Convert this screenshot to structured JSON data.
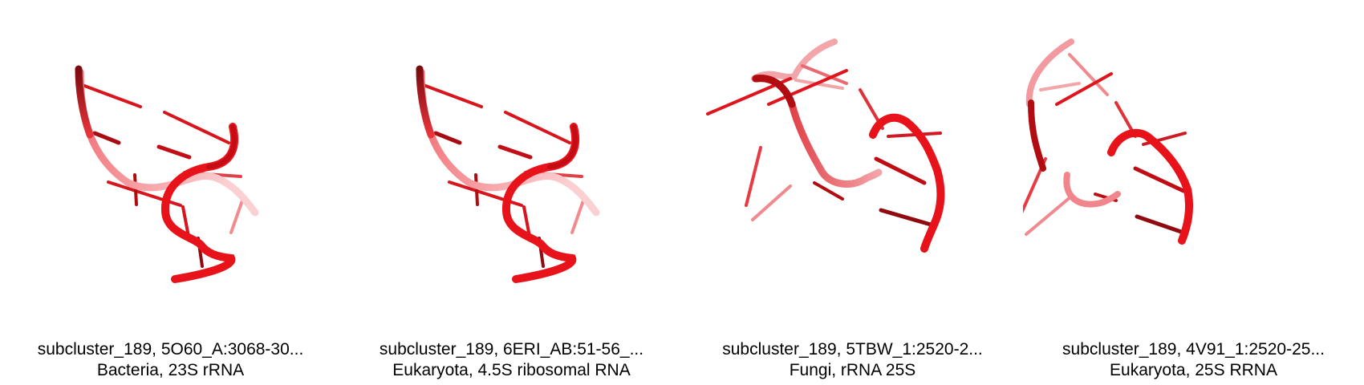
{
  "panels": [
    {
      "title": "subcluster_189, 5O60_A:3068-30...",
      "subtitle": "Bacteria, 23S rRNA",
      "image": "rna-structure-render"
    },
    {
      "title": "subcluster_189, 6ERI_AB:51-56_...",
      "subtitle": "Eukaryota, 4.5S ribosomal RNA",
      "image": "rna-structure-render"
    },
    {
      "title": "subcluster_189, 5TBW_1:2520-2...",
      "subtitle": "Fungi, rRNA 25S",
      "image": "rna-structure-render"
    },
    {
      "title": "subcluster_189, 4V91_1:2520-25...",
      "subtitle": "Eukaryota, 25S RRNA",
      "image": "rna-structure-render"
    }
  ],
  "colors": {
    "backbone": "#e8121a",
    "backbone_dark": "#8c0a10",
    "backbone_light": "#f08a8e",
    "background": "#ffffff",
    "caption_text": "#000000"
  }
}
